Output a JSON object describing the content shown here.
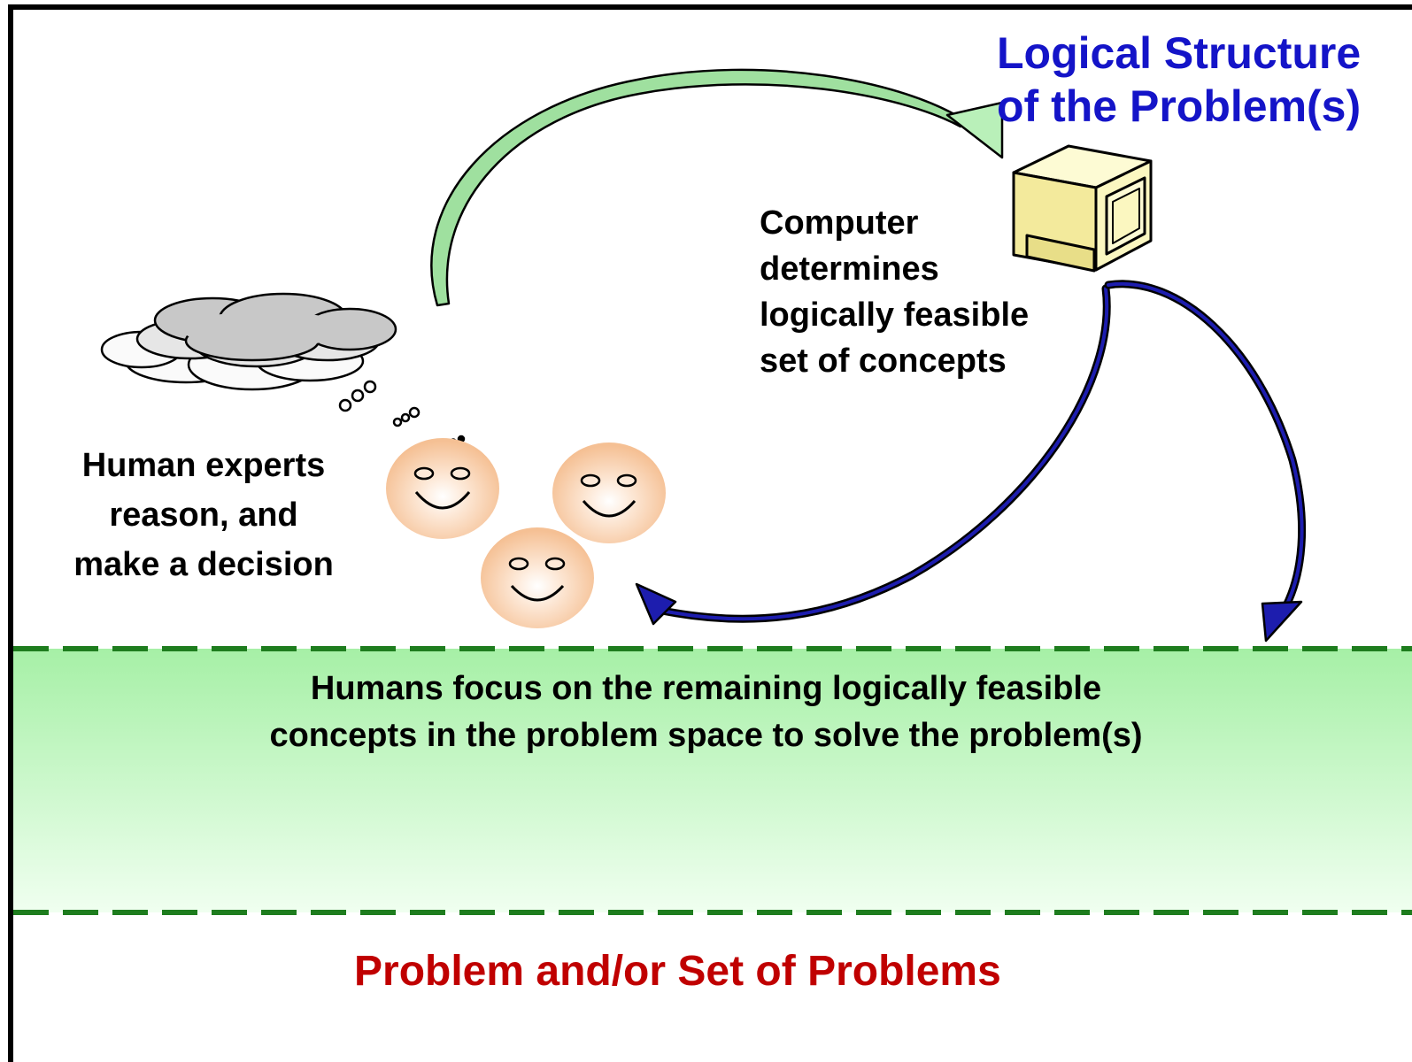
{
  "colors": {
    "title_blue": "#1414c8",
    "problem_red": "#c00000",
    "dash_green": "#1e7d1e",
    "band_green_top": "#a6f0a6",
    "band_green_bottom": "#f0fff0",
    "face_peach": "#f5c094",
    "computer_yellow": "#fbf7c0",
    "arrow_green": "#9fe09f",
    "arrow_blue": "#1d1dae",
    "cloud_gray": "#c8c8c8"
  },
  "title": {
    "lines": [
      "Logical Structure",
      "of the Problem(s)"
    ]
  },
  "computer_label": {
    "lines": [
      "Computer",
      "determines",
      "logically feasible",
      "set of concepts"
    ]
  },
  "human_label": {
    "lines": [
      "Human experts",
      "reason, and",
      "make a decision"
    ]
  },
  "focus_band": {
    "lines": [
      "Humans focus on the remaining logically feasible",
      "concepts in the problem space to solve the problem(s)"
    ]
  },
  "problem_label": {
    "text": "Problem and/or Set of Problems"
  },
  "icons": [
    "computer-icon",
    "thought-cloud-icon",
    "smiley-face-icon",
    "smiley-face-icon",
    "smiley-face-icon"
  ]
}
